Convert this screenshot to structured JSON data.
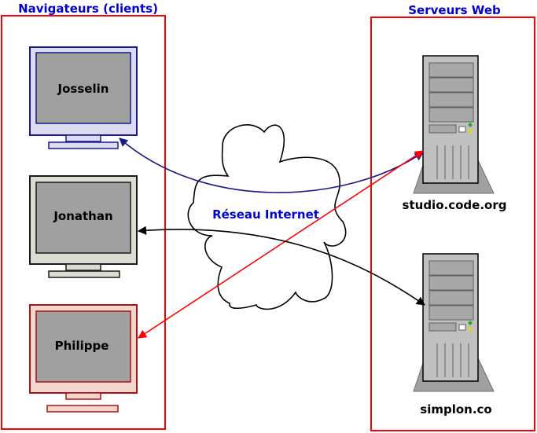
{
  "clients_group": {
    "title": "Navigateurs (clients)"
  },
  "servers_group": {
    "title": "Serveurs Web"
  },
  "network": {
    "label": "Réseau Internet"
  },
  "clients": [
    {
      "name": "Josselin",
      "frame_color": "#1a1a8c",
      "base_color": "#dcdcf0"
    },
    {
      "name": "Jonathan",
      "frame_color": "#1a1a1a",
      "base_color": "#dcdcd0"
    },
    {
      "name": "Philippe",
      "frame_color": "#b01010",
      "base_color": "#f0d8d0"
    }
  ],
  "servers": [
    {
      "name": "studio.code.org"
    },
    {
      "name": "simplon.co"
    }
  ],
  "connections": [
    {
      "from": "Josselin",
      "to": "studio.code.org",
      "color": "#1a1a8c"
    },
    {
      "from": "Philippe",
      "to": "studio.code.org",
      "color": "#ff0000"
    },
    {
      "from": "Jonathan",
      "to": "simplon.co",
      "color": "#000000"
    }
  ],
  "colors": {
    "group_border": "#ff0000",
    "title_text": "#0000cc",
    "screen": "#a0a0a0"
  }
}
